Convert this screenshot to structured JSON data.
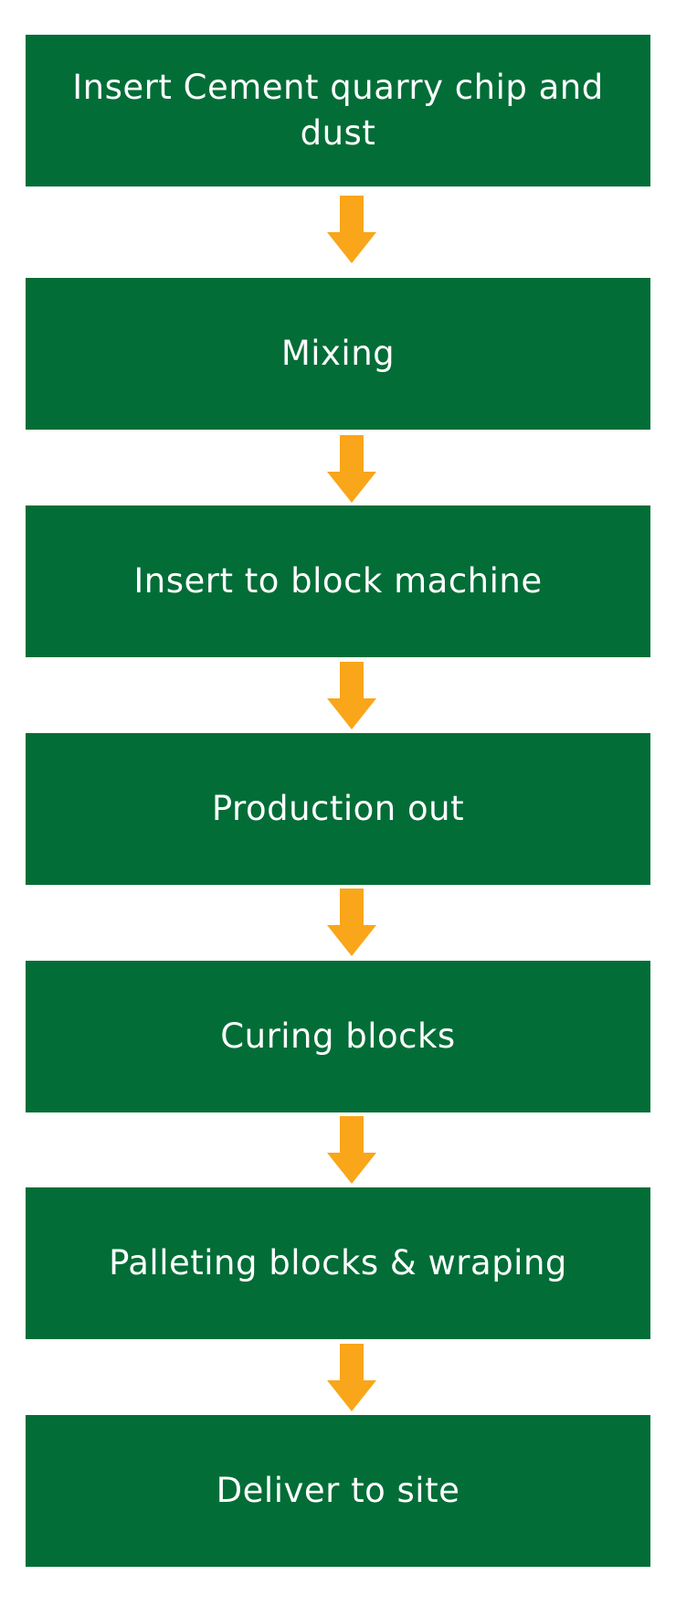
{
  "flowchart": {
    "colors": {
      "box": "#026d37",
      "text": "#ffffff",
      "arrow": "#f9a61a"
    },
    "steps": [
      "Insert Cement quarry chip and dust",
      "Mixing",
      "Insert to block machine",
      "Production out",
      "Curing blocks",
      "Palleting blocks & wraping",
      "Deliver to site"
    ]
  }
}
